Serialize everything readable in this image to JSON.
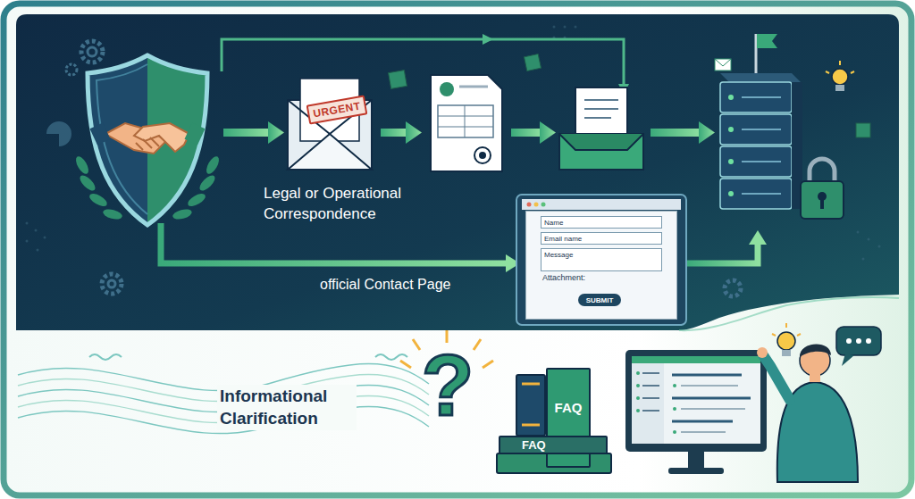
{
  "diagram": {
    "nodes": [
      {
        "text": [
          "URGENT"
        ]
      },
      {
        "text": [
          "Attachment:"
        ]
      },
      {
        "text": [
          "Name"
        ],
        "in": 1
      },
      {
        "text": [
          "Email name"
        ],
        "in": 1
      },
      {
        "text": [
          "Message"
        ],
        "in": 1
      },
      {
        "text": [
          "SUBMIT"
        ],
        "in": 1
      },
      {
        "text": [
          "FAQ"
        ]
      },
      {
        "text": [
          "FAQ"
        ]
      }
    ],
    "labels": [
      "Legal or Operational Correspondence",
      "official Contact Page",
      "Informational Clarification",
      "?"
    ]
  }
}
